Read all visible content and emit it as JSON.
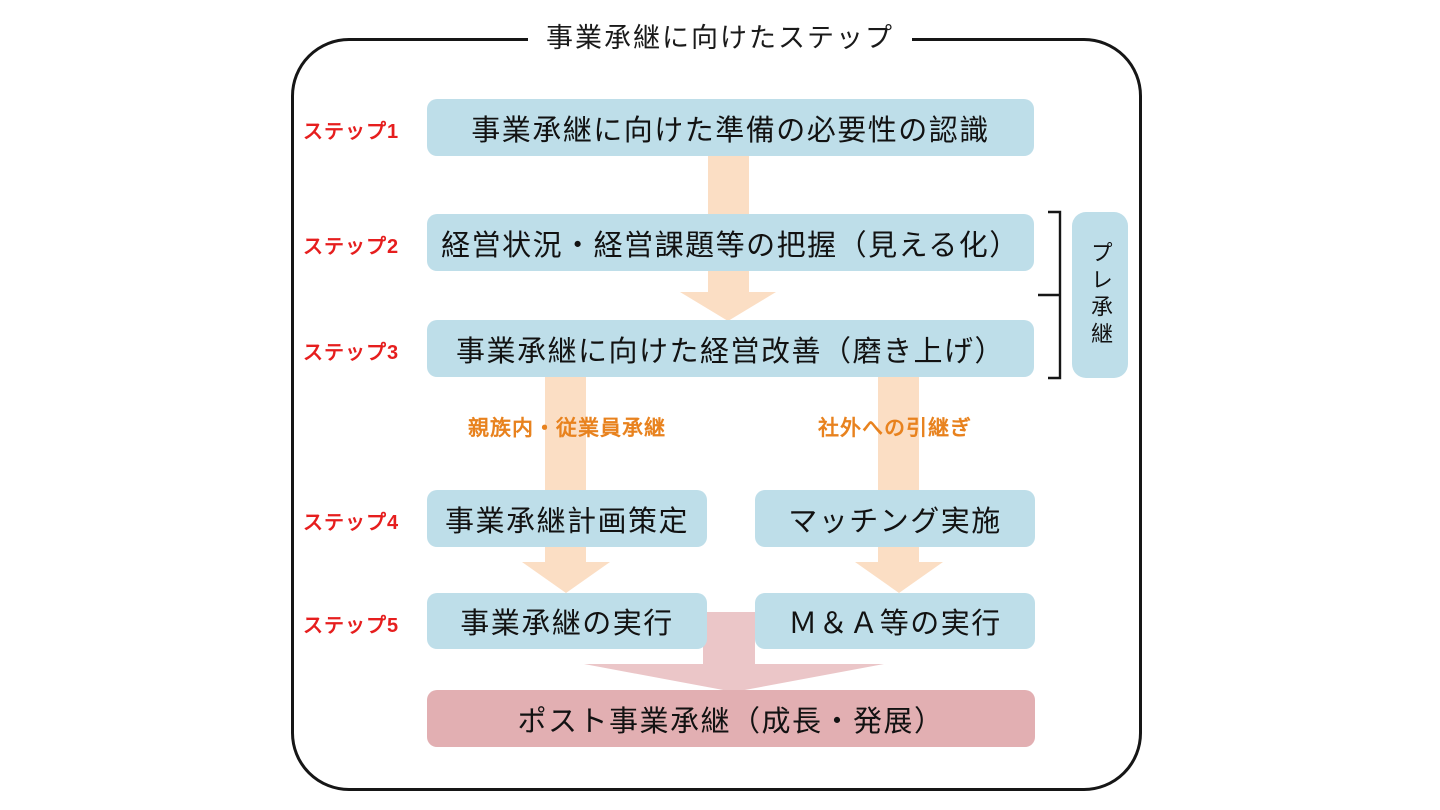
{
  "title": "事業承継に向けたステップ",
  "steps": [
    {
      "label": "ステップ1",
      "box": "事業承継に向けた準備の必要性の認識"
    },
    {
      "label": "ステップ2",
      "box": "経営状況・経営課題等の把握（見える化）"
    },
    {
      "label": "ステップ3",
      "box": "事業承継に向けた経営改善（磨き上げ）"
    },
    {
      "label": "ステップ4",
      "left_box": "事業承継計画策定",
      "right_box": "マッチング実施"
    },
    {
      "label": "ステップ5",
      "left_box": "事業承継の実行",
      "right_box": "Ｍ＆Ａ等の実行"
    }
  ],
  "branch_headings": {
    "left": "親族内・従業員承継",
    "right": "社外への引継ぎ"
  },
  "side_label": "プレ承継",
  "final_box": "ポスト事業承継（成長・発展）",
  "colors": {
    "box_blue": "#BEDEE9",
    "arrow_peach": "#FBDEC4",
    "arrow_pink": "#EBC6C8",
    "box_pink": "#E2AFB2",
    "step_label_red": "#E61E1E",
    "heading_orange": "#E8821E",
    "frame_border": "#161616"
  }
}
